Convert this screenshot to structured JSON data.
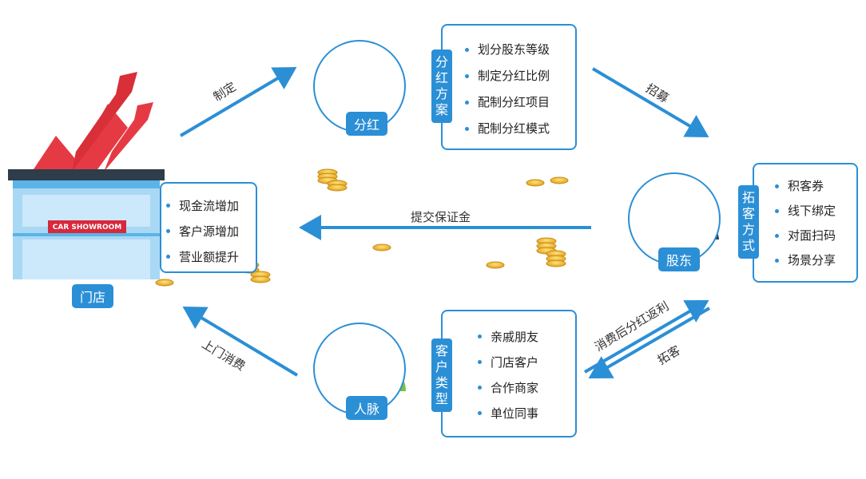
{
  "store": {
    "sign": "CAR SHOWROOM",
    "label": "门店",
    "benefits": [
      "现金流增加",
      "客户源增加",
      "营业额提升"
    ]
  },
  "dividend": {
    "label": "分红",
    "tag": [
      "分",
      "红",
      "方",
      "案"
    ],
    "items": [
      "划分股东等级",
      "制定分红比例",
      "配制分红项目",
      "配制分红模式"
    ]
  },
  "shareholder": {
    "label": "股东",
    "tag": [
      "拓",
      "客",
      "方",
      "式"
    ],
    "items": [
      "积客券",
      "线下绑定",
      "对面扫码",
      "场景分享"
    ]
  },
  "network": {
    "label": "人脉",
    "tag": [
      "客",
      "户",
      "类",
      "型"
    ],
    "items": [
      "亲戚朋友",
      "门店客户",
      "合作商家",
      "单位同事"
    ]
  },
  "arrows": {
    "formulate": "制定",
    "recruit": "招募",
    "deposit": "提交保证金",
    "visit": "上门消费",
    "rebate": "消费后分红返利",
    "expand": "拓客"
  },
  "colors": {
    "accent": "#2b8fd6",
    "arrow_red": "#e53a44",
    "coin": "#f2b52c"
  }
}
